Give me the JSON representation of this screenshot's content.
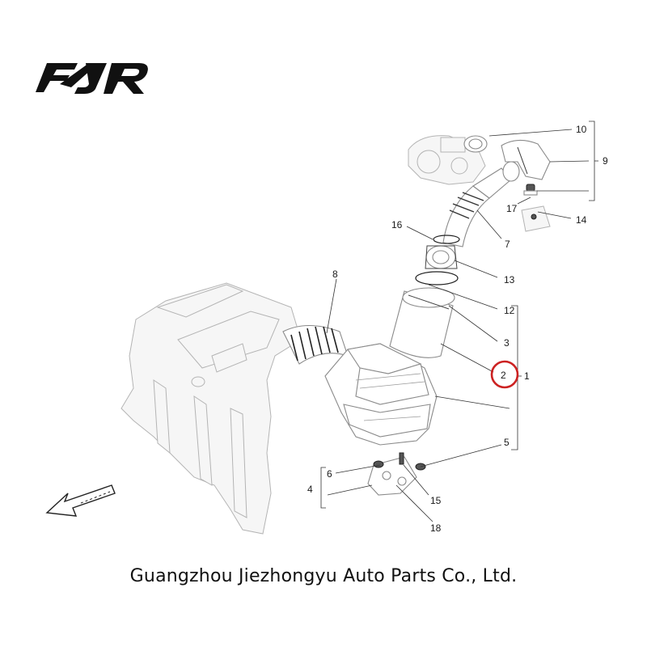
{
  "logo": {
    "text": "FJR"
  },
  "company_name": "Guangzhou Jiezhongyu Auto Parts Co., Ltd.",
  "callouts": {
    "c1": "1",
    "c2": "2",
    "c3": "3",
    "c4": "4",
    "c5": "5",
    "c6": "6",
    "c7": "7",
    "c8": "8",
    "c9": "9",
    "c10": "10",
    "c12": "12",
    "c13": "13",
    "c14": "14",
    "c15": "15",
    "c16": "16",
    "c17": "17",
    "c18": "18"
  },
  "highlight": {
    "callout": "2",
    "color": "#cc2222"
  }
}
